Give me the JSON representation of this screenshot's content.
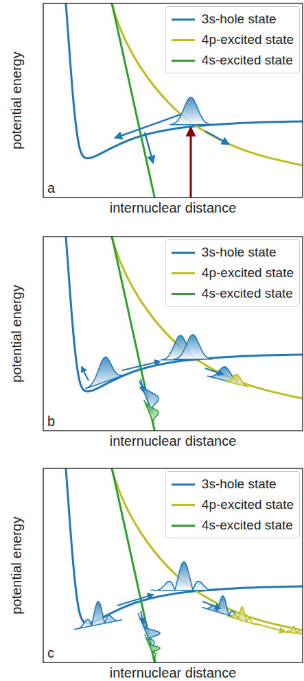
{
  "diagram": {
    "labels": [
      "potential energy",
      "a",
      "internuclear distance",
      "potential energy",
      "b",
      "internuclear distance",
      "potential energy",
      "c",
      "internuclear distance"
    ],
    "legend": [
      {
        "text": "3s-hole state"
      },
      {
        "text": "4p-excited state"
      },
      {
        "text": "4s-excited state"
      },
      {
        "text": "3s-hole state"
      },
      {
        "text": "4p-excited state"
      },
      {
        "text": "4s-excited state"
      },
      {
        "text": "3s-hole state"
      },
      {
        "text": "4p-excited state"
      },
      {
        "text": "4s-excited state"
      }
    ]
  }
}
